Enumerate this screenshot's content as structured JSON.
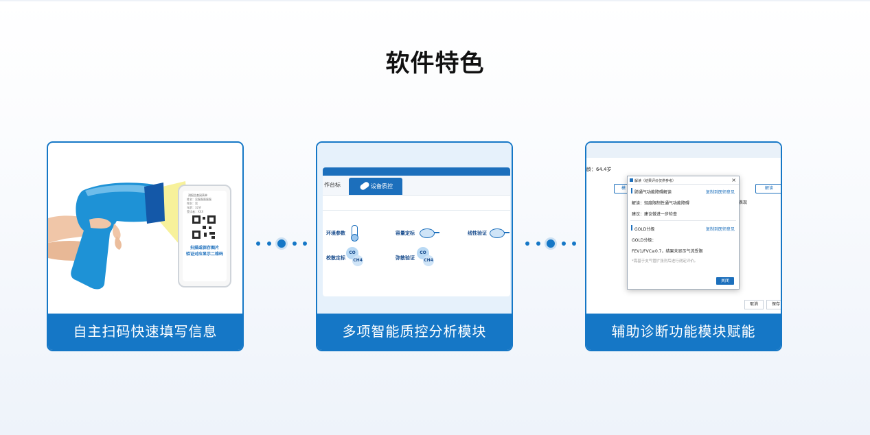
{
  "section_title": "软件特色",
  "cards": [
    {
      "label": "自主扫码快速填写信息",
      "phone": {
        "header": "测报告查阅表单",
        "info": [
          "姓名：吴磊磊磊磊磊",
          "性别：男",
          "年龄：32岁",
          "受试者：XXX"
        ],
        "caption_line1": "扫描或保存图片",
        "caption_line2": "验证对应显示二维码"
      }
    },
    {
      "label": "多项智能质控分析模块",
      "tabs": [
        "作台标",
        "设备质控"
      ],
      "items": [
        "环境参数",
        "容量定标",
        "线性验证",
        "校散定标",
        "弥散验证"
      ],
      "gas": [
        "CO",
        "CH4"
      ]
    },
    {
      "label": "辅助诊断功能模块赋能",
      "age_text": "龄：64.4岁",
      "bg_buttons": [
        "模",
        "解读"
      ],
      "bg_side_text": "表现",
      "dialog": {
        "title": "解读（结果评价仅供参考）",
        "section1_title": "肺通气功能障碍解读",
        "copy_link": "复制到医师意见",
        "interp": "解读：轻度限制性通气功能障碍",
        "advice": "建议：建议做进一步检查",
        "section2_title": "GOLD分级",
        "copy_link2": "复制到医师意见",
        "gold_label": "GOLD分级：",
        "gold_value": "FEV1/FVC≥0.7，结果未显示气流受限",
        "note": "*需基于支气管扩张剂后进行测定评价。",
        "close_label": "关闭"
      },
      "footer_buttons": [
        "取消",
        "保存"
      ]
    }
  ]
}
